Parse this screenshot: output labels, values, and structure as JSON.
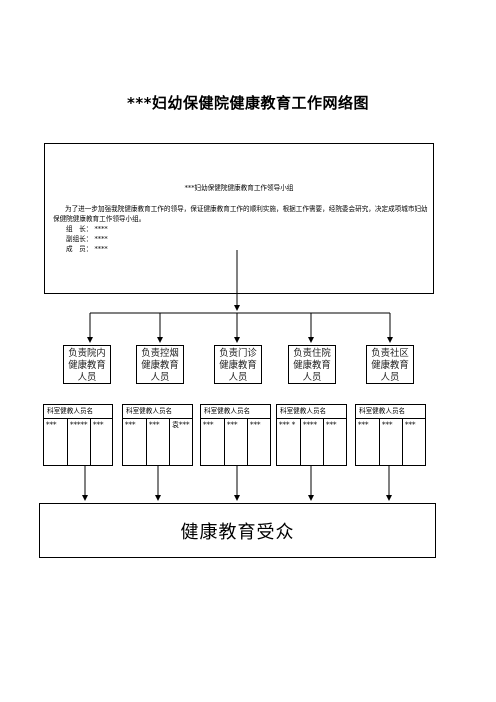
{
  "title": "***妇幼保健院健康教育工作网络图",
  "leader_group": {
    "heading": "***妇幼保健院健康教育工作领导小组",
    "description": "为了进一步加强我院健康教育工作的领导，保证健康教育工作的顺利实施，根据工作需要，经院委会研究，决定成项城市妇幼保健院健康教育工作领导小组。",
    "members": [
      {
        "role": "组　长：",
        "name": "****"
      },
      {
        "role": "副组长：",
        "name": "****"
      },
      {
        "role": "成　员：",
        "name": "****"
      }
    ]
  },
  "departments": [
    {
      "label": "负责院内健康教育人员",
      "table_header": "科室健教人员名",
      "cells": [
        "***",
        "*****",
        "***"
      ]
    },
    {
      "label": "负责控烟健康教育人员",
      "table_header": "科室健教人员名",
      "cells": [
        "***",
        "***",
        "袁***"
      ]
    },
    {
      "label": "负责门诊健康教育人员",
      "table_header": "科室健教人员名",
      "cells": [
        "***",
        "***",
        "***"
      ]
    },
    {
      "label": "负责住院健康教育人员",
      "table_header": "科室健教人员名",
      "cells": [
        "*** *",
        "****",
        "***"
      ]
    },
    {
      "label": "负责社区健康教育人员",
      "table_header": "科室健教人员名",
      "cells": [
        "***",
        "***",
        "***"
      ]
    }
  ],
  "audience": "健康教育受众"
}
